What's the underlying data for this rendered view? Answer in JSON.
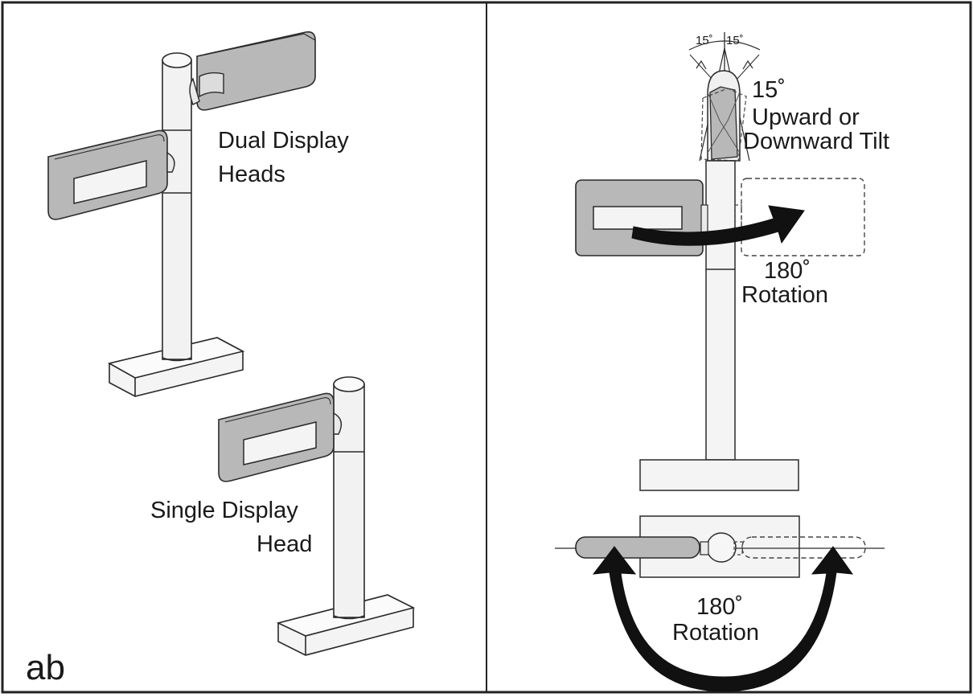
{
  "panel_left": {
    "dual_label_line1": "Dual Display",
    "dual_label_line2": "Heads",
    "single_label_line1": "Single Display",
    "single_label_line2": "Head",
    "corner_label": "ab"
  },
  "panel_right": {
    "tilt_left_deg": "15˚",
    "tilt_right_deg": "15˚",
    "tilt_deg": "15˚",
    "tilt_line1": "Upward or",
    "tilt_line2": "Downward Tilt",
    "rot_upper_deg": "180˚",
    "rot_upper_label": "Rotation",
    "rot_lower_deg": "180˚",
    "rot_lower_label": "Rotation"
  },
  "colors": {
    "head_fill": "#b8b8b8",
    "pole_fill": "#f2f2f2",
    "line": "#2a2a2a",
    "arrow": "#111111"
  }
}
